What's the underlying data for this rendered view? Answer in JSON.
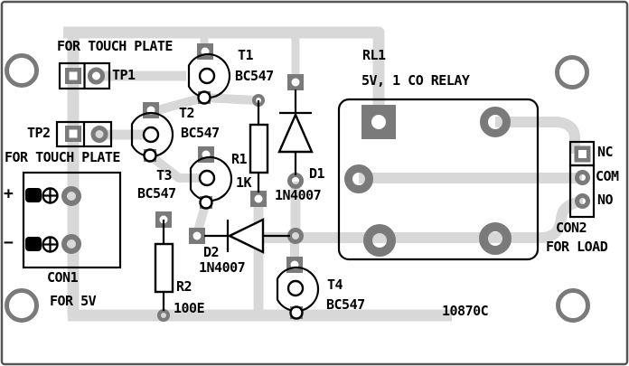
{
  "board": {
    "marking": "10870C"
  },
  "touch_plates": {
    "tp1": {
      "label": "TP1",
      "caption": "FOR TOUCH PLATE"
    },
    "tp2": {
      "label": "TP2",
      "caption": "FOR TOUCH PLATE"
    }
  },
  "power": {
    "con1": {
      "label": "CON1",
      "caption": "FOR 5V",
      "plus": "+",
      "minus": "−"
    }
  },
  "load": {
    "con2": {
      "label": "CON2",
      "caption": "FOR LOAD",
      "pins": [
        "NC",
        "COM",
        "NO"
      ]
    }
  },
  "transistors": {
    "t1": {
      "ref": "T1",
      "part": "BC547"
    },
    "t2": {
      "ref": "T2",
      "part": "BC547"
    },
    "t3": {
      "ref": "T3",
      "part": "BC547"
    },
    "t4": {
      "ref": "T4",
      "part": "BC547"
    }
  },
  "resistors": {
    "r1": {
      "ref": "R1",
      "value": "1K"
    },
    "r2": {
      "ref": "R2",
      "value": "100E"
    }
  },
  "diodes": {
    "d1": {
      "ref": "D1",
      "part": "1N4007"
    },
    "d2": {
      "ref": "D2",
      "part": "1N4007"
    }
  },
  "relay": {
    "ref": "RL1",
    "spec": "5V, 1 CO RELAY"
  },
  "colors": {
    "trace": "#d8d8d8",
    "pad": "#7a7a7a",
    "silkscreen": "#000000",
    "board": "#ffffff",
    "border": "#555555"
  }
}
